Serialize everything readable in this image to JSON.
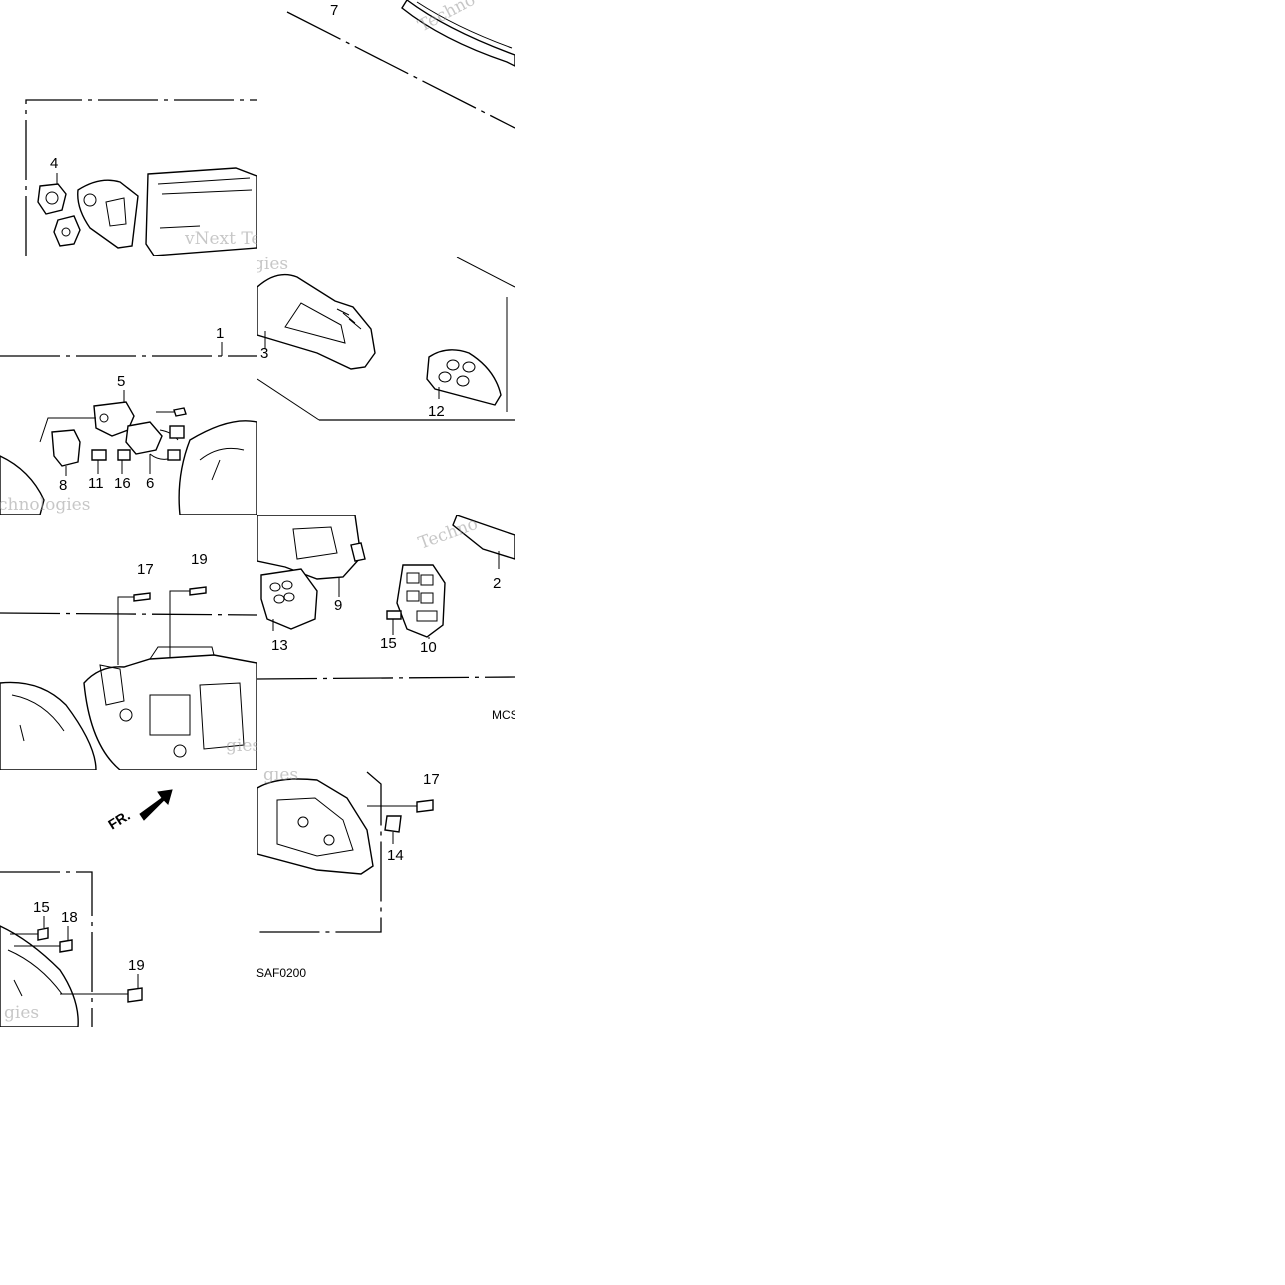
{
  "diagram": {
    "part_labels": [
      "1",
      "2",
      "3",
      "4",
      "5",
      "6",
      "7",
      "8",
      "9",
      "10",
      "11",
      "12",
      "13",
      "14",
      "15",
      "16",
      "17",
      "18",
      "19"
    ],
    "callouts": {
      "n7": "7",
      "n4": "4",
      "n1": "1",
      "n3": "3",
      "n12": "12",
      "n5": "5",
      "n8": "8",
      "n11": "11",
      "n16": "16",
      "n6": "6",
      "n17a": "17",
      "n19a": "19",
      "n9": "9",
      "n2": "2",
      "n13": "13",
      "n15a": "15",
      "n10": "10",
      "n17b": "17",
      "n14": "14",
      "n15b": "15",
      "n18": "18",
      "n19b": "19"
    },
    "direction_marker": "FR.",
    "codes": {
      "mcs": "MCS",
      "drawing_code": "SAF0200"
    },
    "watermark_texts": [
      "vNext Tec",
      "Techno",
      "gies",
      "Techno",
      "chnologies",
      "gies"
    ],
    "colors": {
      "line": "#000000",
      "background": "#ffffff",
      "watermark": "#9a9a9a"
    }
  }
}
